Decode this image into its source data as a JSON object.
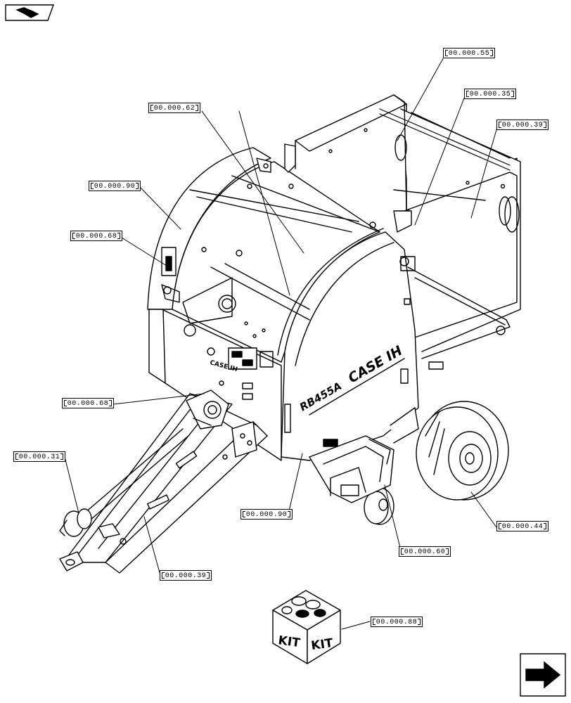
{
  "brand_text": "CASE IH",
  "model_text": "RB455A",
  "kit_labels": [
    "KIT",
    "KIT"
  ],
  "callouts": {
    "c55": "00.000.55",
    "c35": "00.000.35",
    "c62": "00.000.62",
    "c39_top": "00.000.39",
    "c90_top": "00.000.90",
    "c68_top": "00.000.68",
    "c68_mid": "00.000.68",
    "c31": "00.000.31",
    "c90_bottom": "00.000.90",
    "c44": "00.000.44",
    "c60": "00.000.60",
    "c39_bottom": "00.000.39",
    "c88": "00.000.88"
  },
  "icons": {
    "top_left": "book-forward-nav-icon",
    "bottom_right": "next-page-arrow-icon"
  },
  "colors": {
    "line": "#000000",
    "background": "#ffffff"
  }
}
